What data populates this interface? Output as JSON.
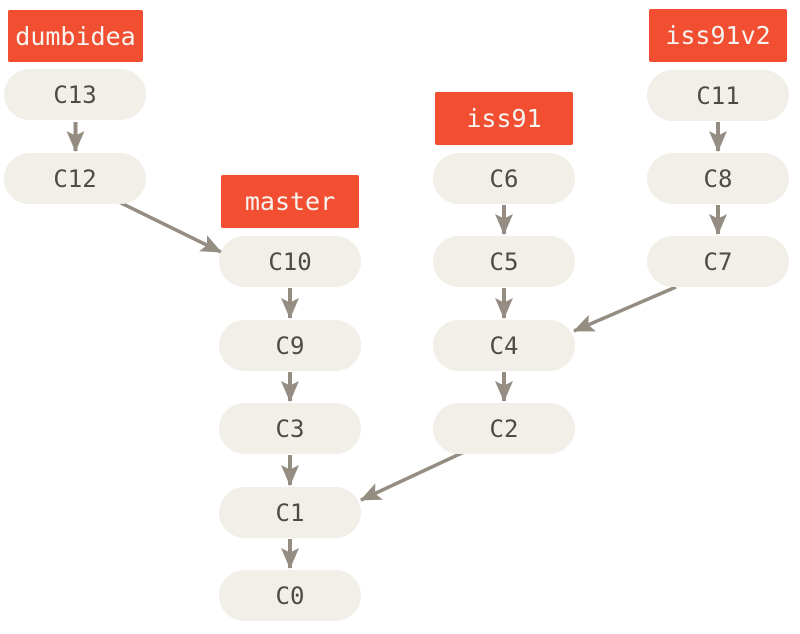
{
  "colors": {
    "background": "#ffffff",
    "branch-bg": "#f14e32",
    "branch-text": "#f7f3ee",
    "node-bg": "#f1efe8",
    "node-text": "#4f4a42",
    "arrow": "#968d82"
  },
  "branches": [
    {
      "name": "dumbidea",
      "head": "C13"
    },
    {
      "name": "master",
      "head": "C10"
    },
    {
      "name": "iss91",
      "head": "C6"
    },
    {
      "name": "iss91v2",
      "head": "C11"
    }
  ],
  "commits": [
    {
      "id": "C13",
      "parent": "C12"
    },
    {
      "id": "C12",
      "parent": "C10"
    },
    {
      "id": "C10",
      "parent": "C9"
    },
    {
      "id": "C9",
      "parent": "C3"
    },
    {
      "id": "C3",
      "parent": "C1"
    },
    {
      "id": "C1",
      "parent": "C0"
    },
    {
      "id": "C0",
      "parent": null
    },
    {
      "id": "C6",
      "parent": "C5"
    },
    {
      "id": "C5",
      "parent": "C4"
    },
    {
      "id": "C4",
      "parent": "C2"
    },
    {
      "id": "C2",
      "parent": "C1"
    },
    {
      "id": "C11",
      "parent": "C8"
    },
    {
      "id": "C8",
      "parent": "C7"
    },
    {
      "id": "C7",
      "parent": "C4"
    }
  ]
}
